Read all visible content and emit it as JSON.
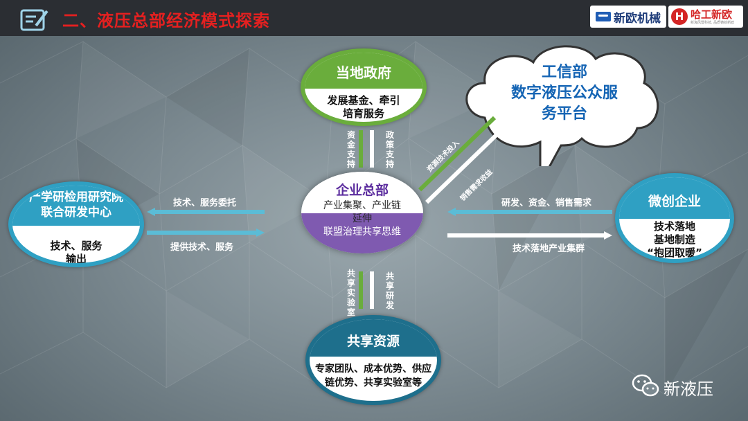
{
  "header": {
    "title": "二、液压总部经济模式探索",
    "logo_xinou": "新欧机械",
    "logo_hagong": "哈工新欧",
    "logo_hagong_mark": "H",
    "logo_hagong_sub": "新海风暨科技, 品质铸就新欧"
  },
  "nodes": {
    "gov": {
      "title": "当地政府",
      "body": "发展基金、牵引培育服务"
    },
    "hq": {
      "title": "企业总部",
      "line1": "产业集聚、产业链",
      "line2": "延伸",
      "line3": "联盟治理共享思维"
    },
    "research": {
      "title": "产学研检用研究院联合研发中心",
      "body": "技术、服务输出"
    },
    "micro": {
      "title": "微创企业",
      "line1": "技术落地",
      "line2": "基地制造",
      "line3": "“抱团取暖”"
    },
    "share": {
      "title": "共享资源",
      "body": "专家团队、成本优势、供应链优势、共享实验室等"
    },
    "cloud": {
      "line1": "工信部",
      "line2": "数字液压公众服",
      "line3": "务平台"
    }
  },
  "arrows": {
    "to_research": "技术、服务委托",
    "from_research": "提供技术、服务",
    "from_micro": "研发、资金、销售需求",
    "to_micro": "技术落地产业集群",
    "gov_fund": "资金支持",
    "gov_policy": "政策支持",
    "share_lab": "共享实验室",
    "share_rd": "共享研发",
    "cloud_in": "资源技术投入",
    "cloud_out": "销售需求收益"
  },
  "footer": {
    "wechat_name": "新液压"
  },
  "colors": {
    "green": "#6aad3c",
    "purple": "#7f5ab0",
    "blue": "#2fa0c3",
    "teal": "#1e6f8c",
    "title_red": "#e52020"
  }
}
